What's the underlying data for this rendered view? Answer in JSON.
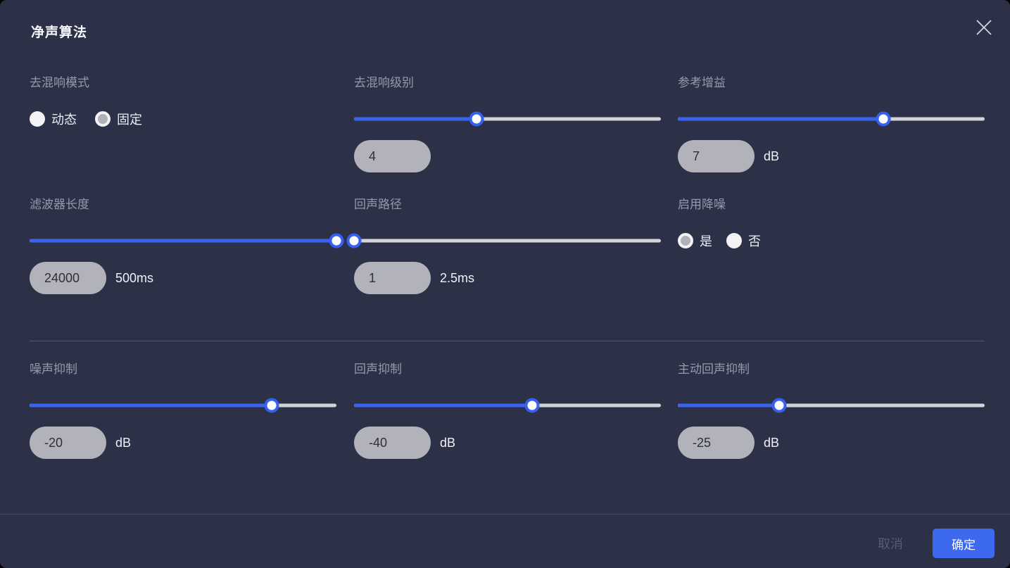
{
  "dialog": {
    "title": "净声算法"
  },
  "colors": {
    "background": "#2d3147",
    "accent": "#3d69ef",
    "slider_fill": "#3b63f1",
    "pill_background": "#b2b3ba"
  },
  "fields": {
    "dereverb_mode": {
      "label": "去混响模式",
      "options": [
        {
          "label": "动态",
          "selected": false
        },
        {
          "label": "固定",
          "selected": true
        }
      ]
    },
    "dereverb_level": {
      "label": "去混响级别",
      "value": "4",
      "fill_pct": 40
    },
    "reference_gain": {
      "label": "参考增益",
      "value": "7",
      "unit": "dB",
      "fill_pct": 67
    },
    "filter_length": {
      "label": "滤波器长度",
      "value": "24000",
      "unit": "500ms",
      "fill_pct": 100
    },
    "echo_path": {
      "label": "回声路径",
      "value": "1",
      "unit": "2.5ms",
      "fill_pct": 0
    },
    "noise_reduction": {
      "label": "启用降噪",
      "options": [
        {
          "label": "是",
          "selected": true
        },
        {
          "label": "否",
          "selected": false
        }
      ]
    },
    "noise_suppression": {
      "label": "噪声抑制",
      "value": "-20",
      "unit": "dB",
      "fill_pct": 79
    },
    "echo_suppression": {
      "label": "回声抑制",
      "value": "-40",
      "unit": "dB",
      "fill_pct": 58
    },
    "active_echo_suppression": {
      "label": "主动回声抑制",
      "value": "-25",
      "unit": "dB",
      "fill_pct": 33
    }
  },
  "footer": {
    "cancel": "取消",
    "confirm": "确定"
  }
}
